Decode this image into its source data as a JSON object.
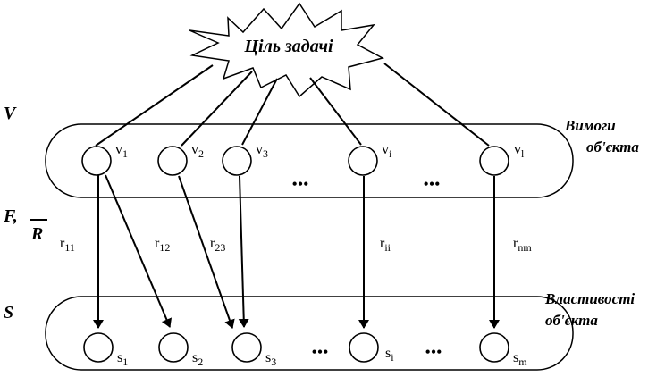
{
  "goal": {
    "label": "Ціль задачі"
  },
  "levels": {
    "v": {
      "symbol": "V"
    },
    "f": {
      "symbol": "F,",
      "symbol_bar": "R"
    },
    "s": {
      "symbol": "S"
    }
  },
  "groups": {
    "requirements": {
      "line1": "Вимоги",
      "line2": "об'єкта"
    },
    "properties": {
      "line1": "Властивості",
      "line2": "об'єкта"
    }
  },
  "v_nodes": [
    {
      "base": "v",
      "sub": "1"
    },
    {
      "base": "v",
      "sub": "2"
    },
    {
      "base": "v",
      "sub": "3"
    },
    {
      "base": "v",
      "sub": "i"
    },
    {
      "base": "v",
      "sub": "l"
    }
  ],
  "s_nodes": [
    {
      "base": "s",
      "sub": "1"
    },
    {
      "base": "s",
      "sub": "2"
    },
    {
      "base": "s",
      "sub": "3"
    },
    {
      "base": "s",
      "sub": "i"
    },
    {
      "base": "s",
      "sub": "m"
    }
  ],
  "relations": [
    {
      "base": "r",
      "sub": "11"
    },
    {
      "base": "r",
      "sub": "12"
    },
    {
      "base": "r",
      "sub": "23"
    },
    {
      "base": "r",
      "sub": "ii"
    },
    {
      "base": "r",
      "sub": "nm"
    }
  ],
  "ellipsis": "•••"
}
